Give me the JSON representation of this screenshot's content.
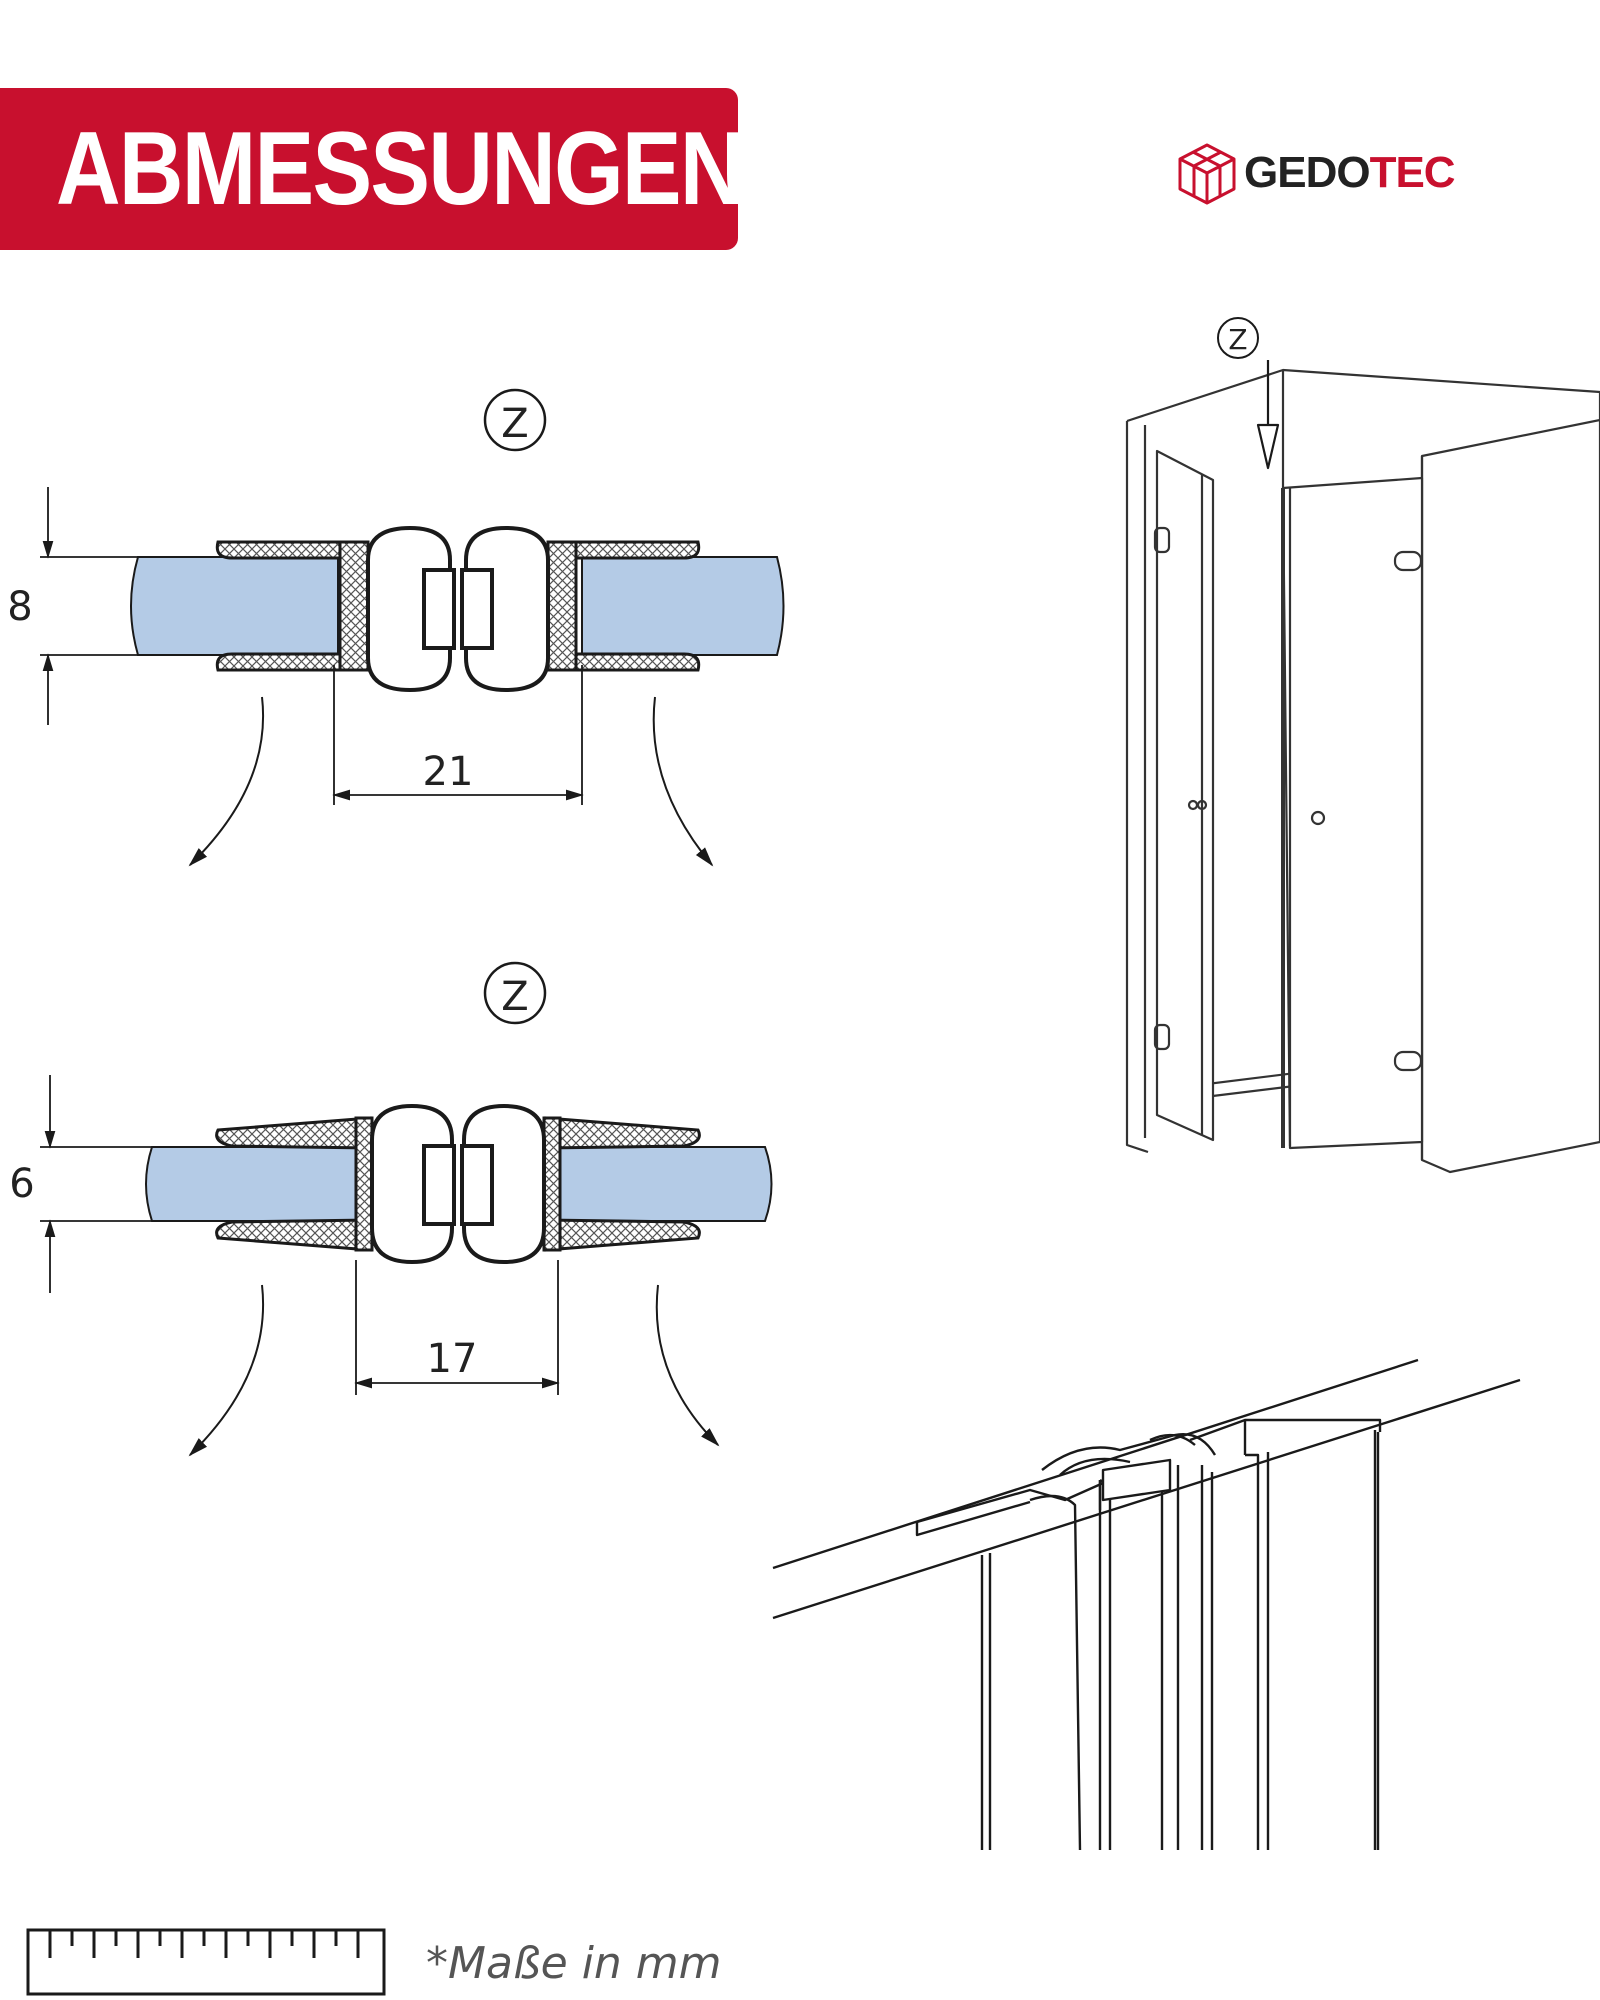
{
  "header": {
    "title": "ABMESSUNGEN"
  },
  "brand": {
    "name_part1": "GEDO",
    "name_part2": "TEC",
    "accent_color": "#c8102e"
  },
  "profile_a": {
    "detail_label": "Z",
    "height_dim": "8",
    "width_dim": "21"
  },
  "profile_b": {
    "detail_label": "Z",
    "height_dim": "6",
    "width_dim": "17"
  },
  "cabin": {
    "detail_label": "Z"
  },
  "footer": {
    "unit_note": "*Maße in mm",
    "ruler_icon": "ruler-icon"
  },
  "colors": {
    "glass": "#b4cbe6",
    "line": "#1a1a1a"
  }
}
